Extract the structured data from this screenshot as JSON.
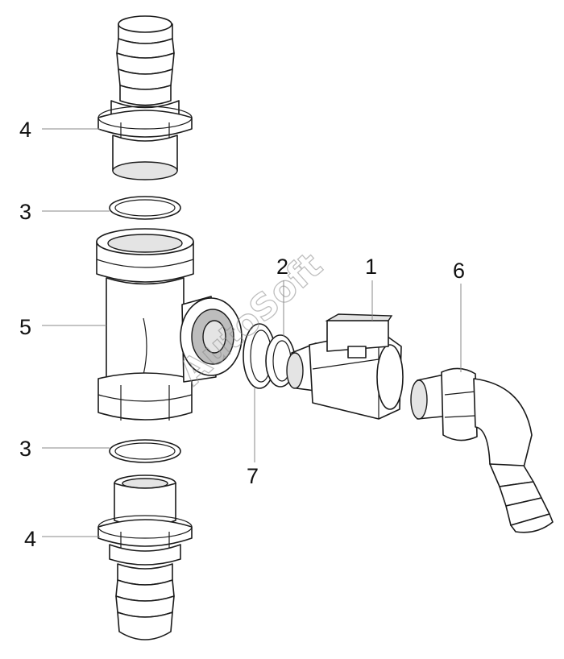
{
  "callouts": {
    "c4_top": "4",
    "c3_top": "3",
    "c5": "5",
    "c2": "2",
    "c1": "1",
    "c6": "6",
    "c7": "7",
    "c3_bottom": "3",
    "c4_bottom": "4"
  },
  "watermark": {
    "text": "AutoSoft"
  }
}
